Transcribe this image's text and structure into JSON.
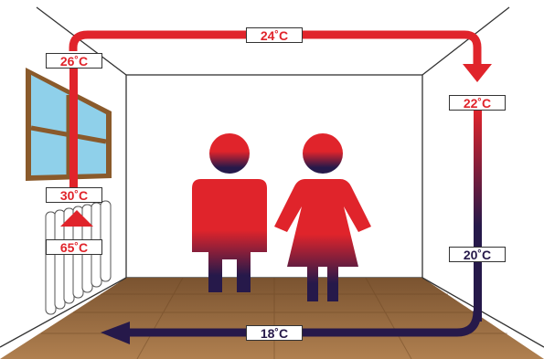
{
  "labels": {
    "ceiling_left": "26˚C",
    "ceiling_mid": "24˚C",
    "right_top": "22˚C",
    "left_mid": "30˚C",
    "radiator": "65˚C",
    "right_mid": "20˚C",
    "floor_mid": "18˚C"
  },
  "colors": {
    "warm": "#e0242b",
    "cool": "#26194a",
    "floor": "#9b6c3e",
    "window_frame": "#8a5a2b",
    "sky": "#8fd0ea"
  },
  "icons": [
    "window",
    "radiator",
    "man",
    "woman",
    "flow-arrow"
  ]
}
